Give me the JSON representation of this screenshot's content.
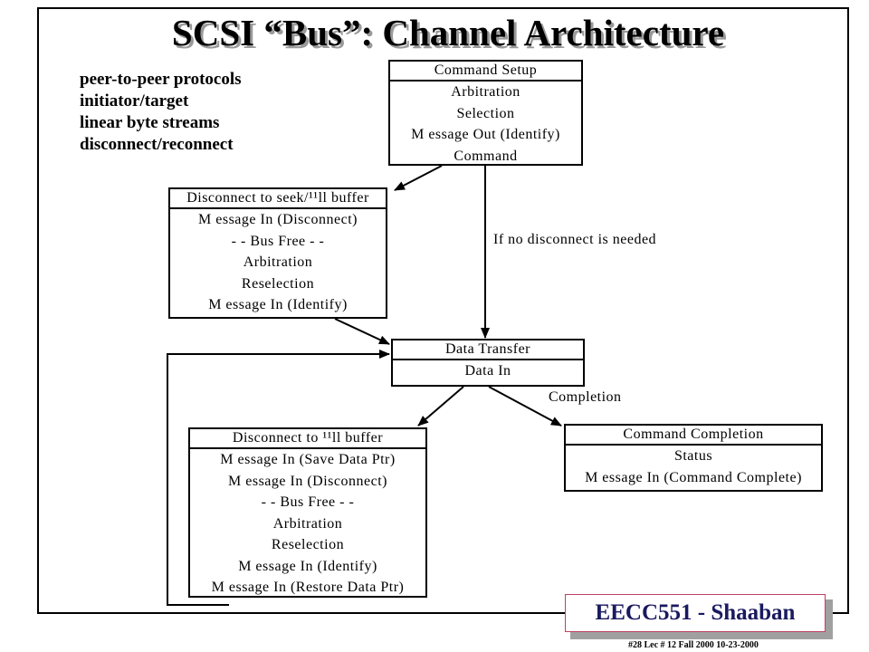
{
  "title": "SCSI “Bus”: Channel Architecture",
  "bullets": [
    "peer-to-peer protocols",
    "initiator/target",
    "linear byte streams",
    "disconnect/reconnect"
  ],
  "boxes": {
    "command_setup": {
      "header": "Command Setup",
      "rows": [
        "Arbitration",
        "Selection",
        "M essage Out (Identify)",
        "Command"
      ]
    },
    "disconnect_seek": {
      "header": "Disconnect to seek/¹¹ll buffer",
      "rows": [
        "M essage In (Disconnect)",
        "- - Bus Free - -",
        "Arbitration",
        "Reselection",
        "M essage In (Identify)"
      ]
    },
    "data_transfer": {
      "header": "Data Transfer",
      "rows": [
        "Data In"
      ]
    },
    "disconnect_fill": {
      "header": "Disconnect to ¹¹ll buffer",
      "rows": [
        "M essage In (Save Data Ptr)",
        "M essage In (Disconnect)",
        "- - Bus Free - -",
        "Arbitration",
        "Reselection",
        "M essage In (Identify)",
        "M essage In (Restore Data Ptr)"
      ]
    },
    "command_completion": {
      "header": "Command Completion",
      "rows": [
        "Status",
        "M essage In (Command Complete)"
      ]
    }
  },
  "labels": {
    "no_disconnect": "If no disconnect is needed",
    "completion": "Completion"
  },
  "badge": "EECC551 - Shaaban",
  "footer": "#28   Lec # 12     Fall 2000  10-23-2000"
}
